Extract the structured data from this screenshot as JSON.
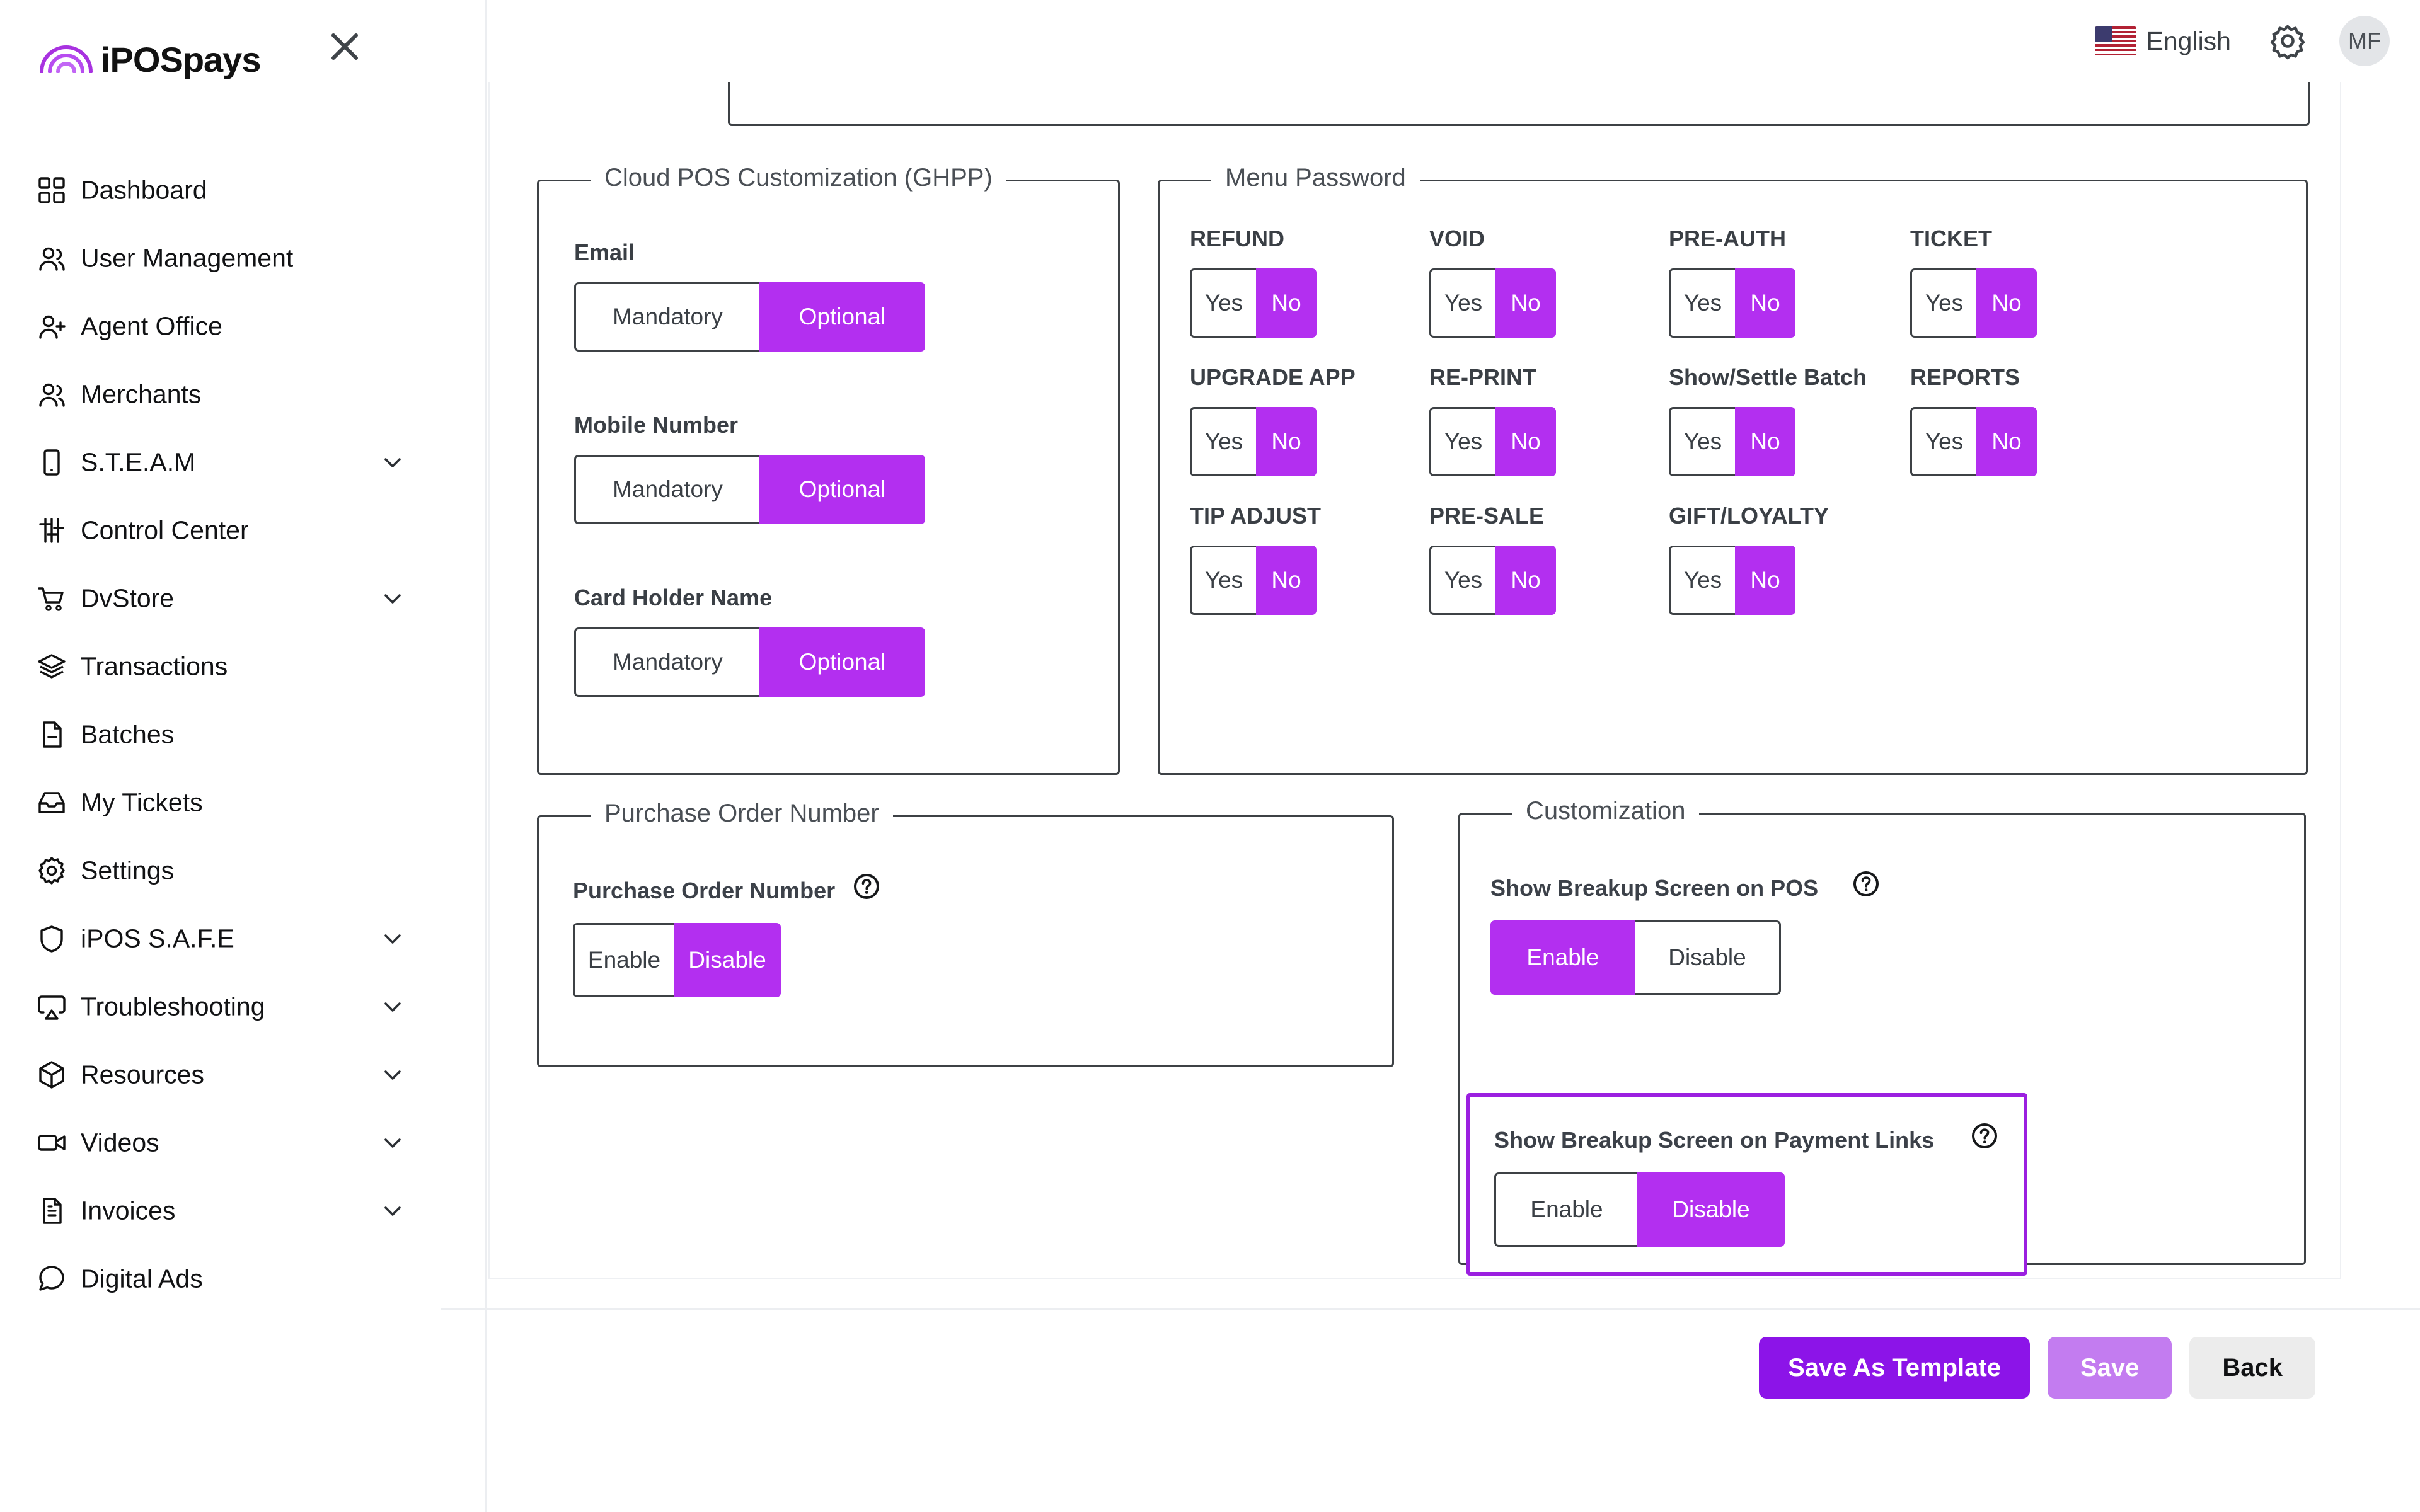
{
  "brand": {
    "name": "iPOSpays",
    "logo_icon": "rainbow-logo-icon",
    "close_icon": "close-icon"
  },
  "topbar": {
    "language": "English",
    "flag_icon": "us-flag-icon",
    "gear_icon": "gear-icon",
    "avatar_initials": "MF"
  },
  "sidebar": {
    "items": [
      {
        "label": "Dashboard",
        "icon": "grid-icon",
        "expandable": false
      },
      {
        "label": "User Management",
        "icon": "users-icon",
        "expandable": false
      },
      {
        "label": "Agent Office",
        "icon": "user-plus-icon",
        "expandable": false
      },
      {
        "label": "Merchants",
        "icon": "users-icon",
        "expandable": false
      },
      {
        "label": "S.T.E.A.M",
        "icon": "tablet-icon",
        "expandable": true
      },
      {
        "label": "Control Center",
        "icon": "sliders-icon",
        "expandable": false
      },
      {
        "label": "DvStore",
        "icon": "cart-icon",
        "expandable": true
      },
      {
        "label": "Transactions",
        "icon": "layers-icon",
        "expandable": false
      },
      {
        "label": "Batches",
        "icon": "file-minus-icon",
        "expandable": false
      },
      {
        "label": "My Tickets",
        "icon": "inbox-icon",
        "expandable": false
      },
      {
        "label": "Settings",
        "icon": "gear-icon",
        "expandable": false
      },
      {
        "label": "iPOS S.A.F.E",
        "icon": "shield-icon",
        "expandable": true
      },
      {
        "label": "Troubleshooting",
        "icon": "airplay-icon",
        "expandable": true
      },
      {
        "label": "Resources",
        "icon": "package-icon",
        "expandable": true
      },
      {
        "label": "Videos",
        "icon": "video-icon",
        "expandable": true
      },
      {
        "label": "Invoices",
        "icon": "file-text-icon",
        "expandable": true
      },
      {
        "label": "Digital Ads",
        "icon": "message-icon",
        "expandable": false
      }
    ]
  },
  "colors": {
    "accent_purple": "#b32ff0",
    "primary_purple": "#8c14e8",
    "save_disabled_purple": "#c37cf0",
    "highlight_border": "#9b1fe0",
    "border_dark": "#3d4145"
  },
  "main": {
    "cloud_pos": {
      "title": "Cloud POS Customization (GHPP)",
      "rows": [
        {
          "label": "Email",
          "options": [
            "Mandatory",
            "Optional"
          ],
          "selected": "Optional"
        },
        {
          "label": "Mobile Number",
          "options": [
            "Mandatory",
            "Optional"
          ],
          "selected": "Optional"
        },
        {
          "label": "Card Holder Name",
          "options": [
            "Mandatory",
            "Optional"
          ],
          "selected": "Optional"
        }
      ]
    },
    "menu_password": {
      "title": "Menu Password",
      "options": [
        "Yes",
        "No"
      ],
      "items": [
        {
          "label": "REFUND",
          "selected": "No"
        },
        {
          "label": "VOID",
          "selected": "No"
        },
        {
          "label": "PRE-AUTH",
          "selected": "No"
        },
        {
          "label": "TICKET",
          "selected": "No"
        },
        {
          "label": "UPGRADE APP",
          "selected": "No"
        },
        {
          "label": "RE-PRINT",
          "selected": "No"
        },
        {
          "label": "Show/Settle Batch",
          "selected": "No"
        },
        {
          "label": "REPORTS",
          "selected": "No"
        },
        {
          "label": "TIP ADJUST",
          "selected": "No"
        },
        {
          "label": "PRE-SALE",
          "selected": "No"
        },
        {
          "label": "GIFT/LOYALTY",
          "selected": "No"
        }
      ]
    },
    "purchase_order": {
      "title": "Purchase Order Number",
      "field_label": "Purchase Order Number",
      "help_icon": "help-circle-icon",
      "options": [
        "Enable",
        "Disable"
      ],
      "selected": "Disable"
    },
    "customization": {
      "title": "Customization",
      "rows": [
        {
          "label": "Show Breakup Screen on POS",
          "help_icon": "help-circle-icon",
          "options": [
            "Enable",
            "Disable"
          ],
          "selected": "Enable",
          "highlighted": false
        },
        {
          "label": "Show Breakup Screen on Payment Links",
          "help_icon": "help-circle-icon",
          "options": [
            "Enable",
            "Disable"
          ],
          "selected": "Disable",
          "highlighted": true
        }
      ]
    }
  },
  "footer": {
    "save_as_template": "Save As Template",
    "save": "Save",
    "back": "Back"
  }
}
